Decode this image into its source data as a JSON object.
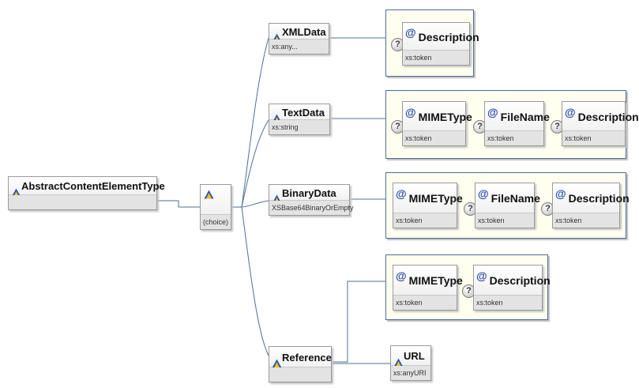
{
  "root": {
    "name": "AbstractContentElementType"
  },
  "choice": {
    "label": "(choice)"
  },
  "elements": {
    "xmldata": {
      "name": "XMLData",
      "type": "xs:any..."
    },
    "textdata": {
      "name": "TextData",
      "type": "xs:string"
    },
    "binarydata": {
      "name": "BinaryData",
      "type": "XSBase64BinaryOrEmpty"
    },
    "reference": {
      "name": "Reference",
      "type": ""
    },
    "url": {
      "name": "URL",
      "type": "xs:anyURI"
    }
  },
  "attributes": {
    "xmldata": [
      {
        "name": "Description",
        "type": "xs:token"
      }
    ],
    "textdata": [
      {
        "name": "MIMEType",
        "type": "xs:token"
      },
      {
        "name": "FileName",
        "type": "xs:token"
      },
      {
        "name": "Description",
        "type": "xs:token"
      }
    ],
    "binarydata": [
      {
        "name": "MIMEType",
        "type": "xs:token"
      },
      {
        "name": "FileName",
        "type": "xs:token"
      },
      {
        "name": "Description",
        "type": "xs:token"
      }
    ],
    "reference": [
      {
        "name": "MIMEType",
        "type": "xs:token"
      },
      {
        "name": "Description",
        "type": "xs:token"
      }
    ]
  },
  "symbols": {
    "attribute_marker": "@",
    "optional_marker": "?"
  },
  "colors": {
    "connector": "#4f6f9a",
    "group_border": "#4f6f9a",
    "group_fill": "#fffff0",
    "attribute_marker": "#2a49a8"
  }
}
